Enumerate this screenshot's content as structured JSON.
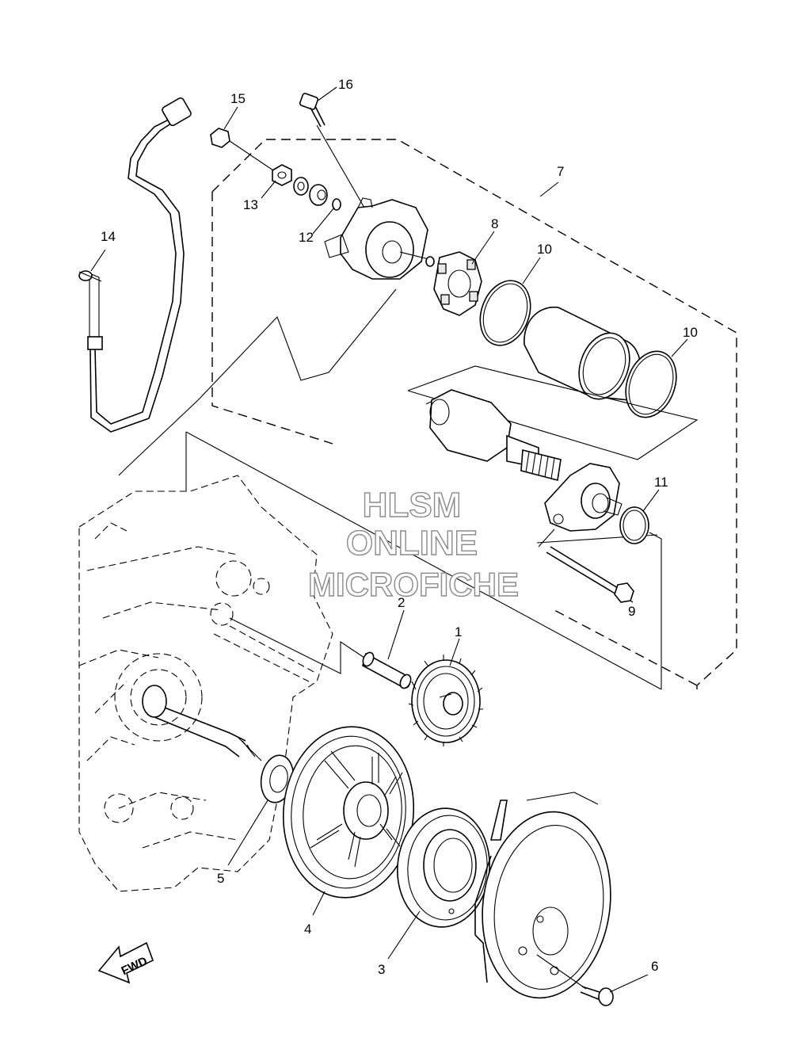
{
  "watermark": {
    "line1": "HLSM",
    "line2": "ONLINE",
    "line3": "MICROFICHE"
  },
  "fwd_label": "FWD",
  "callouts": [
    "1",
    "2",
    "3",
    "4",
    "5",
    "6",
    "7",
    "8",
    "9",
    "10",
    "10",
    "11",
    "12",
    "13",
    "14",
    "15",
    "16"
  ],
  "icons": {
    "fwd_arrow": "fwd-arrow-icon"
  }
}
